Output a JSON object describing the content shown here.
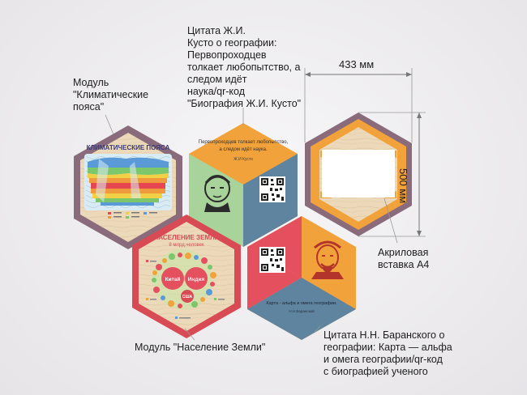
{
  "labels": {
    "module_climate": "Модуль\n\"Климатические\nпояса\"",
    "quote_cousteau": "Цитата Ж.И.\nКусто о географии:\nПервопроходцев\nтолкает любопытство, а\nследом идёт\nнаука/qr-код\n\"Биография Ж.И. Кусто\"",
    "width_dim": "433 мм",
    "height_dim": "500 мм",
    "acrylic": "Акриловая\nвставка А4",
    "module_population": "Модуль \"Население Земли\"",
    "quote_baransky": "Цитата Н.Н. Баранского о\nгеографии: Карта — альфа\nи омега географии/qr-код\nс биографией ученого"
  },
  "hexes": {
    "climate": {
      "title": "КЛИМАТИЧЕСКИЕ ПОЯСА"
    },
    "cousteau": {
      "quote": "Первопроходцев толкает любопытство,\nа следом идёт наука.",
      "author": "Ж.И Кусто"
    },
    "population": {
      "title": "НАСЕЛЕНИЕ ЗЕМЛИ",
      "subtitle": "8 млрд.человек",
      "china": "Китай",
      "india": "Индия",
      "usa": "США"
    },
    "baransky": {
      "quote": "Карта - альфа и омега географии.",
      "author": "Н.Н Баранский"
    }
  },
  "colors": {
    "frame_purple": "#8a6b7c",
    "frame_red": "#d84a54",
    "wood": "#ead7b8",
    "orange": "#f2a23a",
    "green": "#a8d39a",
    "blue_gray": "#5f84a0",
    "pink_red": "#e4505e"
  }
}
